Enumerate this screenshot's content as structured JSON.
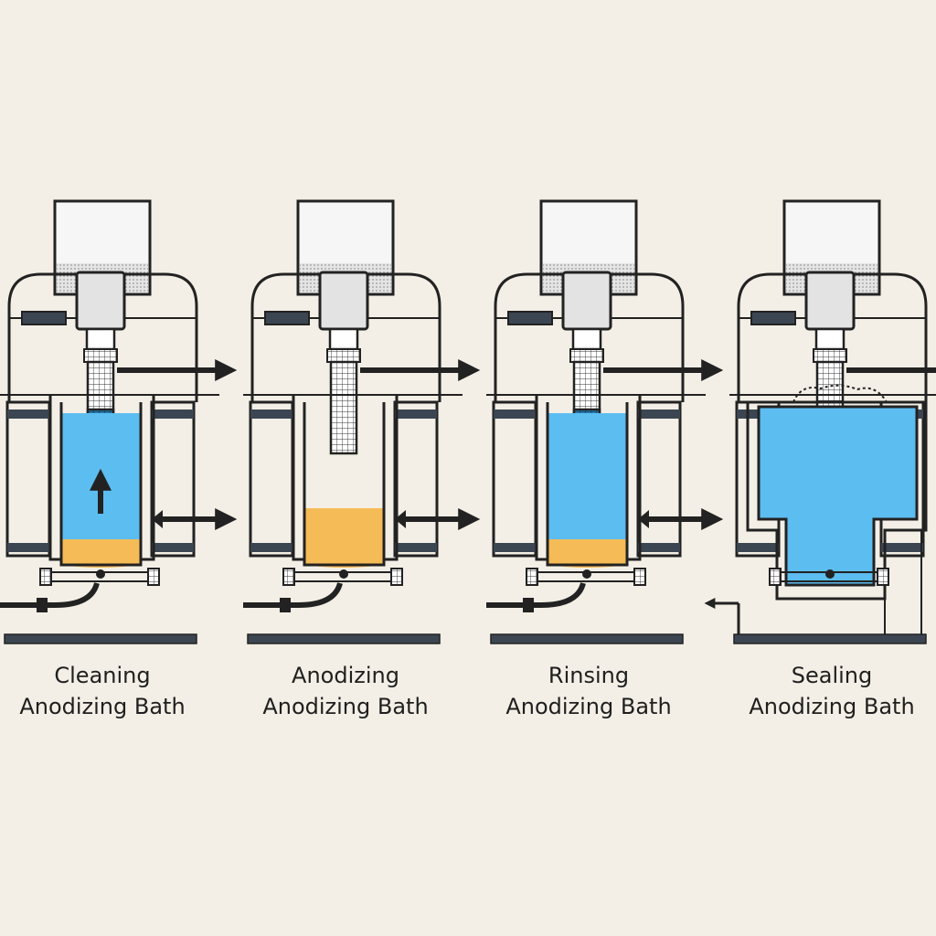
{
  "stages": [
    {
      "name": "Cleaning",
      "subtitle": "Anodizing Bath",
      "liquid": "blue-over-orange"
    },
    {
      "name": "Anodizing",
      "subtitle": "Anodizing Bath",
      "liquid": "orange"
    },
    {
      "name": "Rinsing",
      "subtitle": "Anodizing Bath",
      "liquid": "blue-over-orange"
    },
    {
      "name": "Sealing",
      "subtitle": "Anodizing Bath",
      "liquid": "blue"
    }
  ],
  "colors": {
    "background": "#f3efe6",
    "outline": "#222222",
    "bath_blue": "#5cbdf0",
    "bath_orange": "#f5bb57",
    "hopper_fill": "#e9e9e9",
    "plate": "#3c4652"
  }
}
